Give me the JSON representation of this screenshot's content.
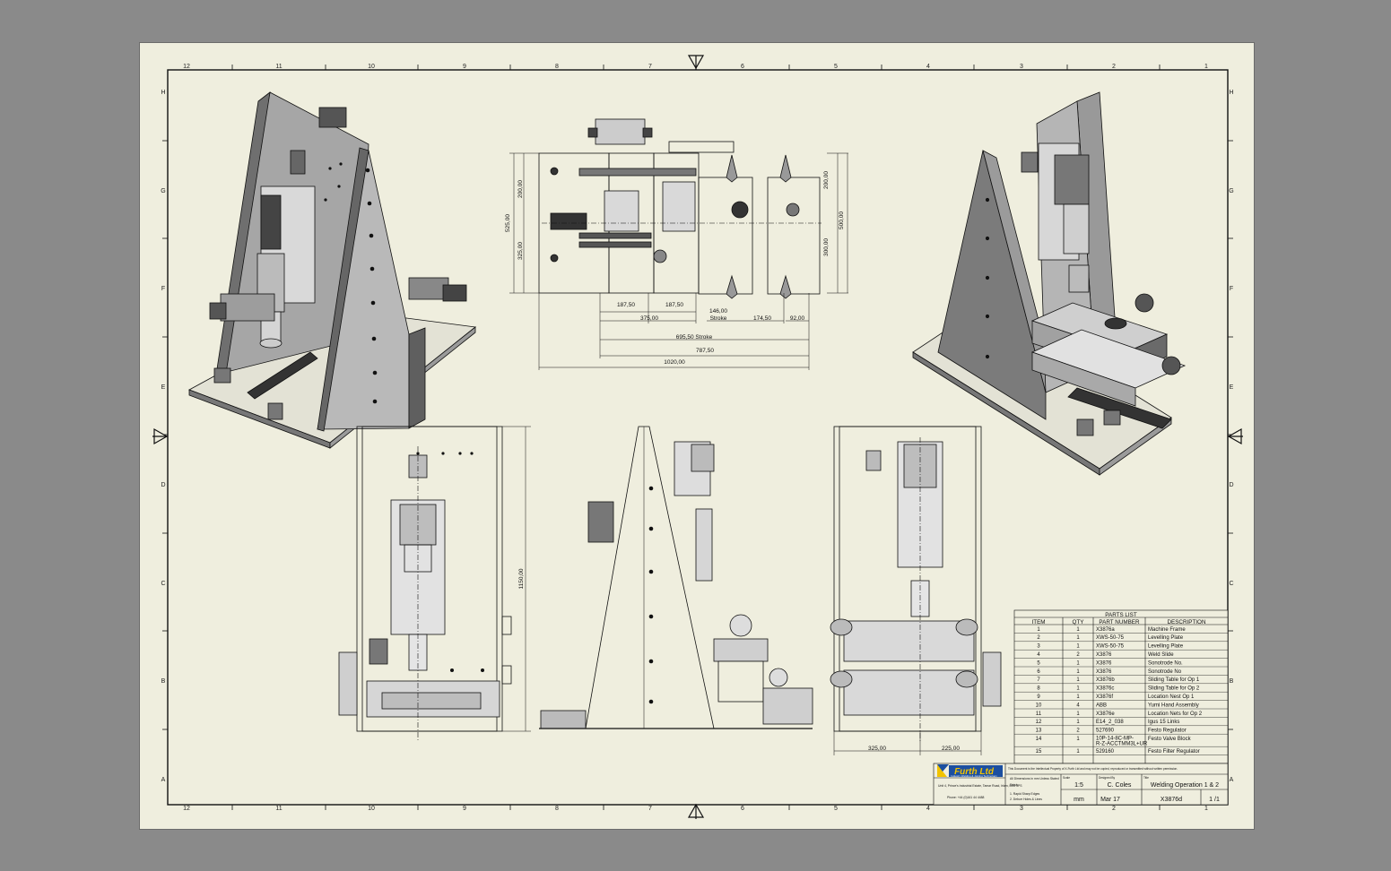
{
  "zone_labels": {
    "columns": [
      "12",
      "11",
      "10",
      "9",
      "8",
      "7",
      "6",
      "5",
      "4",
      "3",
      "2",
      "1"
    ],
    "rows": [
      "H",
      "G",
      "F",
      "E",
      "D",
      "C",
      "B",
      "A"
    ]
  },
  "dimensions": {
    "top_view": {
      "left_200": "200,00",
      "left_525": "525,00",
      "left_325": "325,00",
      "right_200": "200,00",
      "right_500": "500,00",
      "right_300": "300,00",
      "d187_a": "187,50",
      "d187_b": "187,50",
      "d375": "375,00",
      "d146": "146,00",
      "stroke_small": "Stroke",
      "d174": "174,50",
      "d92": "92,00",
      "d695": "695,50 Stroke",
      "d787": "787,50",
      "d1020": "1020,00"
    },
    "front_view": {
      "height": "1150,00"
    },
    "right_view": {
      "d325": "325,00",
      "d225": "225,00"
    }
  },
  "parts_list": {
    "title": "PARTS LIST",
    "headers": [
      "ITEM",
      "QTY",
      "PART NUMBER",
      "DESCRIPTION"
    ],
    "rows": [
      [
        "1",
        "1",
        "X3876a",
        "Machine Frame"
      ],
      [
        "2",
        "1",
        "XWS-50-75",
        "Levelling Plate"
      ],
      [
        "3",
        "1",
        "XWS-50-75",
        "Levelling Plate"
      ],
      [
        "4",
        "2",
        "X3876",
        "Weld Slide"
      ],
      [
        "5",
        "1",
        "X3876",
        "Sonotrode No."
      ],
      [
        "6",
        "1",
        "X3876",
        "Sonotrode No"
      ],
      [
        "7",
        "1",
        "X3876b",
        "Sliding Table for Op 1"
      ],
      [
        "8",
        "1",
        "X3876c",
        "Sliding Table for Op 2"
      ],
      [
        "9",
        "1",
        "X3876f",
        "Location Nest Op 1"
      ],
      [
        "10",
        "4",
        "ABB",
        "Yumi Hand Assembly"
      ],
      [
        "11",
        "1",
        "X3876e",
        "Location Nets for Op 2"
      ],
      [
        "12",
        "1",
        "E14_2_038",
        "Igus 15 Links"
      ],
      [
        "13",
        "2",
        "527690",
        "Festo Regulator"
      ],
      [
        "14",
        "1",
        "10P-14-8C-MP-R-Z-ACCTMM3L+UR",
        "Festo Valve Block"
      ],
      [
        "15",
        "1",
        "529160",
        "Festo Filter Regulator"
      ]
    ]
  },
  "title_block": {
    "company": "Furth Ltd",
    "tagline": "Industry Welding & Joining Technology",
    "notes": "All Dimensions in mm Unless Stated",
    "address": "Unit 4, Prince's Industrial Estate, Tamar Road, Irlam, M44 5PS",
    "phone": "Phone: +44 (0)161 44 4488",
    "copyright": "This Document is the Intellectual Property of X-Furth Ltd and may not be copied, reproduced or transmitted without written permission.",
    "finish_label": "Finish",
    "finish": "1. Rapid Sharp Edges",
    "finish2": "2. Deburr Holes & Lines",
    "scale_label": "Scale",
    "scale": "1:5",
    "units": "mm",
    "drawn_by_label": "Designed By",
    "drawn_by": "C. Coles",
    "date": "Mar 17",
    "title_label": "Title",
    "title": "Welding Operation 1 & 2",
    "drawing_no": "X3876d",
    "sheet": "1 /1"
  },
  "colors": {
    "sheet_background": "#efeede",
    "workspace": "#8a8a8a",
    "lines": "#111111",
    "plate_shade": "#8c8c8c"
  }
}
